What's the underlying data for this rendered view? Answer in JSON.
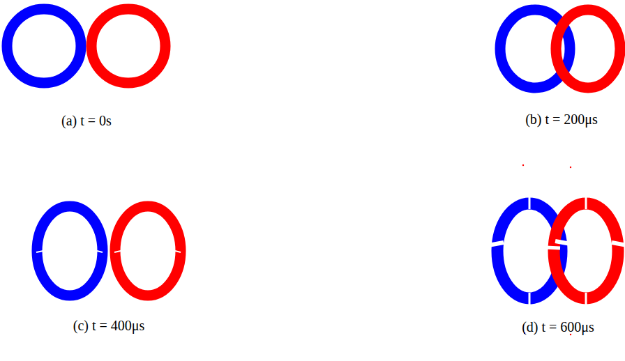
{
  "diagram": {
    "labels": [
      "(a) t = 0s",
      "(b) t = 200μs",
      "(c) t = 400μs",
      "(d) t = 600μs"
    ]
  }
}
